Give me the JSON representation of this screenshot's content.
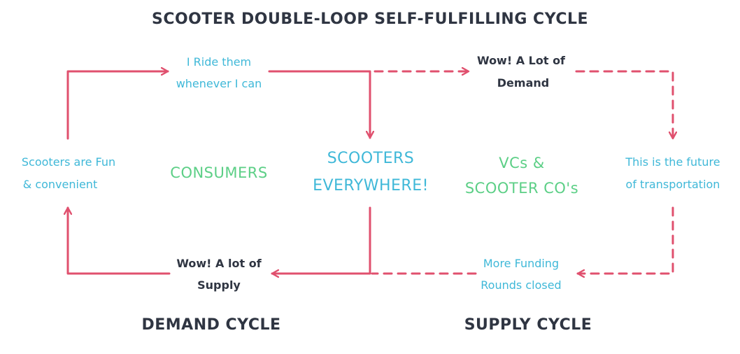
{
  "title": "SCOOTER DOUBLE-LOOP SELF-FULFILLING CYCLE",
  "colors": {
    "arrow": "#e0506e",
    "dark_text": "#2f3542",
    "blue_text": "#3fb8d8",
    "green_text": "#5ccf86",
    "background": "#ffffff"
  },
  "demand_loop": {
    "ride": [
      "I Ride them",
      "whenever I can"
    ],
    "fun": [
      "Scooters are Fun",
      "& convenient"
    ],
    "supply": [
      "Wow! A lot of",
      "Supply"
    ],
    "actor": "CONSUMERS",
    "caption": "DEMAND CYCLE"
  },
  "center": [
    "SCOOTERS",
    "EVERYWHERE!"
  ],
  "supply_loop": {
    "demand": [
      "Wow! A Lot of",
      "Demand"
    ],
    "future": [
      "This is the future",
      "of transportation"
    ],
    "funding": [
      "More Funding",
      "Rounds closed"
    ],
    "actor": [
      "VCs &",
      "SCOOTER CO's"
    ],
    "caption": "SUPPLY CYCLE"
  }
}
